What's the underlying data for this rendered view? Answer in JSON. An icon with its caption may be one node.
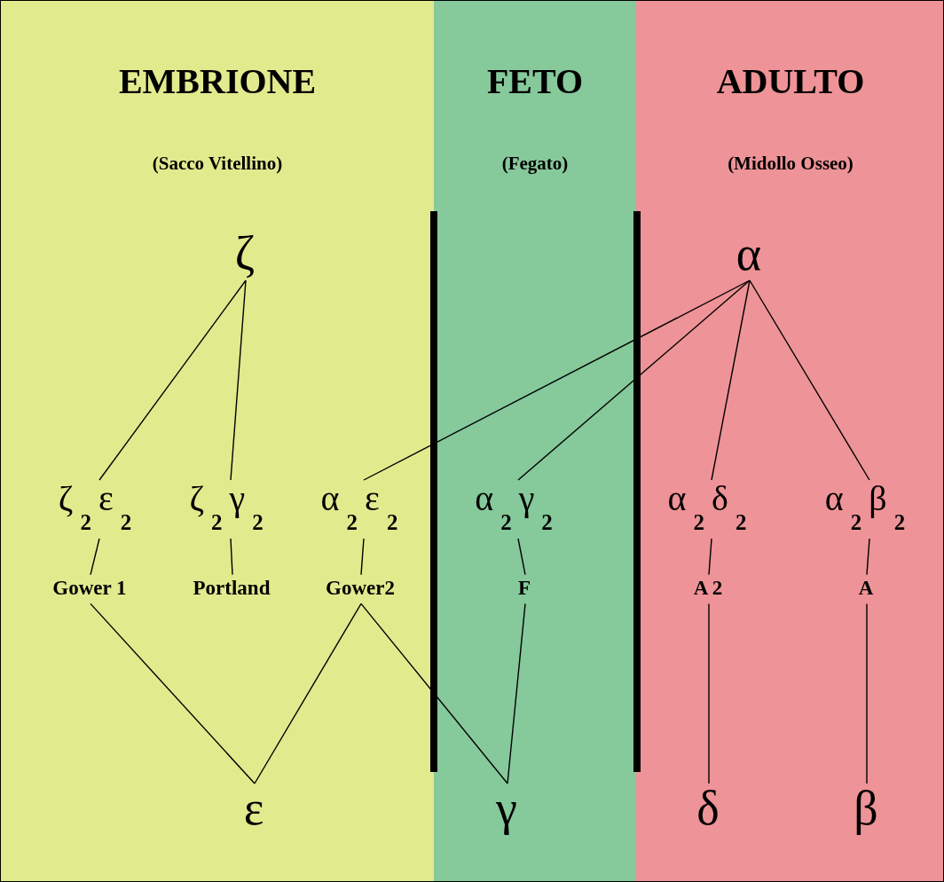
{
  "diagram": {
    "nodes": [
      {
        "text": [
          "EMBRIONE",
          "(Sacco Vitellino)"
        ]
      },
      {
        "text": [
          "FETO",
          "(Fegato)"
        ]
      },
      {
        "text": [
          "ADULTO",
          "(Midollo Osseo)"
        ]
      },
      {
        "text": [
          "ζ"
        ],
        "in": 0
      },
      {
        "text": [
          "α"
        ],
        "in": 2
      },
      {
        "text": [
          "ζ$_{2}$ε$_{2}$"
        ],
        "in": 0
      },
      {
        "text": [
          "ζ$_{2}$γ$_{2}$"
        ],
        "in": 0
      },
      {
        "text": [
          "α$_{2}$ε$_{2}$"
        ],
        "in": 0
      },
      {
        "text": [
          "α$_{2}$γ$_{2}$"
        ],
        "in": 1
      },
      {
        "text": [
          "α$_{2}$δ$_{2}$"
        ],
        "in": 2
      },
      {
        "text": [
          "α$_{2}$β$_{2}$"
        ],
        "in": 2
      },
      {
        "text": [
          "Gower 1"
        ],
        "in": 0
      },
      {
        "text": [
          "Portland"
        ],
        "in": 0
      },
      {
        "text": [
          "Gower2"
        ],
        "in": 0
      },
      {
        "text": [
          "F"
        ],
        "in": 1
      },
      {
        "text": [
          "A 2"
        ],
        "in": 2
      },
      {
        "text": [
          "A"
        ],
        "in": 2
      },
      {
        "text": [
          "ε"
        ],
        "in": 0
      },
      {
        "text": [
          "γ"
        ],
        "in": 1
      },
      {
        "text": [
          "δ"
        ],
        "in": 2
      },
      {
        "text": [
          "β"
        ],
        "in": 2
      }
    ],
    "edges": [
      {
        "from": 3,
        "to": 5,
        "arrow": "none"
      },
      {
        "from": 3,
        "to": 6,
        "arrow": "none"
      },
      {
        "from": 4,
        "to": 7,
        "arrow": "none"
      },
      {
        "from": 4,
        "to": 8,
        "arrow": "none"
      },
      {
        "from": 4,
        "to": 9,
        "arrow": "none"
      },
      {
        "from": 4,
        "to": 10,
        "arrow": "none"
      },
      {
        "from": 5,
        "to": 11,
        "arrow": "none"
      },
      {
        "from": 6,
        "to": 12,
        "arrow": "none"
      },
      {
        "from": 7,
        "to": 13,
        "arrow": "none"
      },
      {
        "from": 8,
        "to": 14,
        "arrow": "none"
      },
      {
        "from": 9,
        "to": 15,
        "arrow": "none"
      },
      {
        "from": 10,
        "to": 16,
        "arrow": "none"
      },
      {
        "from": 11,
        "to": 17,
        "arrow": "none"
      },
      {
        "from": 13,
        "to": 17,
        "arrow": "none"
      },
      {
        "from": 13,
        "to": 18,
        "arrow": "none"
      },
      {
        "from": 14,
        "to": 18,
        "arrow": "none"
      },
      {
        "from": 15,
        "to": 19,
        "arrow": "none"
      },
      {
        "from": 16,
        "to": 20,
        "arrow": "none"
      }
    ]
  }
}
